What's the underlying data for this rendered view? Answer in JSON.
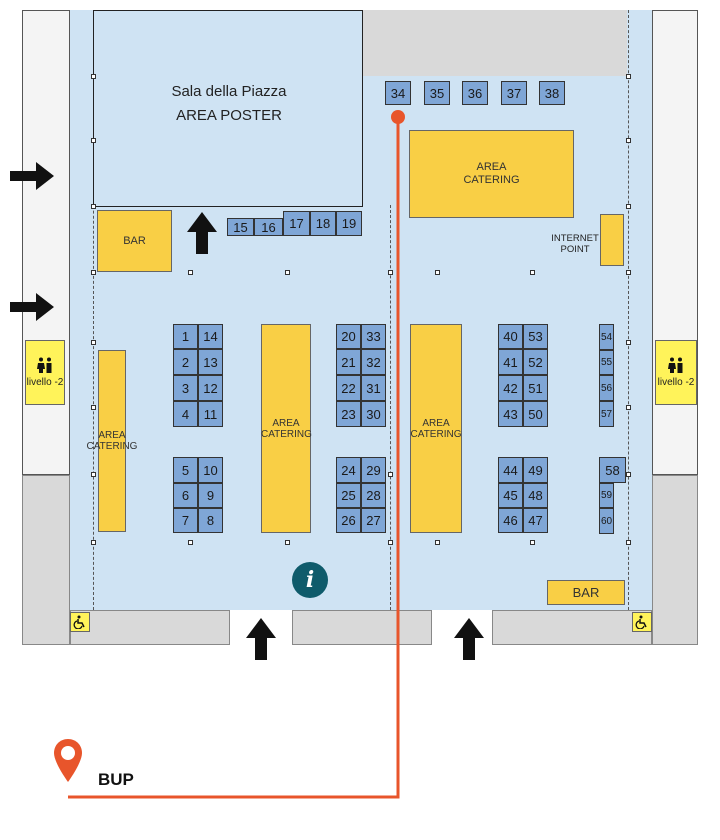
{
  "sala": {
    "name": "Sala della Piazza",
    "subtitle": "AREA POSTER"
  },
  "areas": {
    "catering_top": "AREA CATERING",
    "catering_left": "AREA CATERING",
    "catering_mid1": "AREA CATERING",
    "catering_mid2": "AREA CATERING",
    "bar_top": "BAR",
    "bar_bottom": "BAR",
    "internet_point": "INTERNET POINT"
  },
  "booths": {
    "b1": "1",
    "b2": "2",
    "b3": "3",
    "b4": "4",
    "b5": "5",
    "b6": "6",
    "b7": "7",
    "b8": "8",
    "b9": "9",
    "b10": "10",
    "b11": "11",
    "b12": "12",
    "b13": "13",
    "b14": "14",
    "b15": "15",
    "b16": "16",
    "b17": "17",
    "b18": "18",
    "b19": "19",
    "b20": "20",
    "b21": "21",
    "b22": "22",
    "b23": "23",
    "b24": "24",
    "b25": "25",
    "b26": "26",
    "b27": "27",
    "b28": "28",
    "b29": "29",
    "b30": "30",
    "b31": "31",
    "b32": "32",
    "b33": "33",
    "b34": "34",
    "b35": "35",
    "b36": "36",
    "b37": "37",
    "b38": "38",
    "b40": "40",
    "b41": "41",
    "b42": "42",
    "b43": "43",
    "b44": "44",
    "b45": "45",
    "b46": "46",
    "b47": "47",
    "b48": "48",
    "b49": "49",
    "b50": "50",
    "b51": "51",
    "b52": "52",
    "b53": "53",
    "b54": "54",
    "b55": "55",
    "b56": "56",
    "b57": "57",
    "b58": "58",
    "b59": "59",
    "b60": "60"
  },
  "restrooms": {
    "left": "livello -2",
    "right": "livello -2"
  },
  "marker": {
    "label": "BUP"
  },
  "colors": {
    "hall": "#cfe3f3",
    "booth": "#7fa6d6",
    "catering": "#f9cf45",
    "route": "#e8552b",
    "info": "#0f5b6b"
  },
  "icons": [
    "arrow-right-icon",
    "arrow-up-icon",
    "restroom-icon",
    "wheelchair-icon",
    "info-icon",
    "map-pin-icon"
  ]
}
